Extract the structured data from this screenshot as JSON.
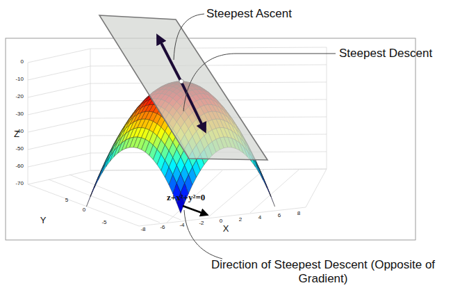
{
  "diagram": {
    "labels": [
      "Steepest Ascent",
      "Steepest Descent",
      "Direction of Steepest Descent (Opposite of Gradient)",
      "z+x²+y²=0",
      "Z",
      "Y",
      "X",
      "0",
      "-10",
      "-20",
      "-30",
      "-40",
      "-50",
      "-60",
      "-70",
      "5",
      "0",
      "-5",
      "-8",
      "-6",
      "-4",
      "-2",
      "0",
      "2",
      "4",
      "6",
      "8"
    ]
  }
}
